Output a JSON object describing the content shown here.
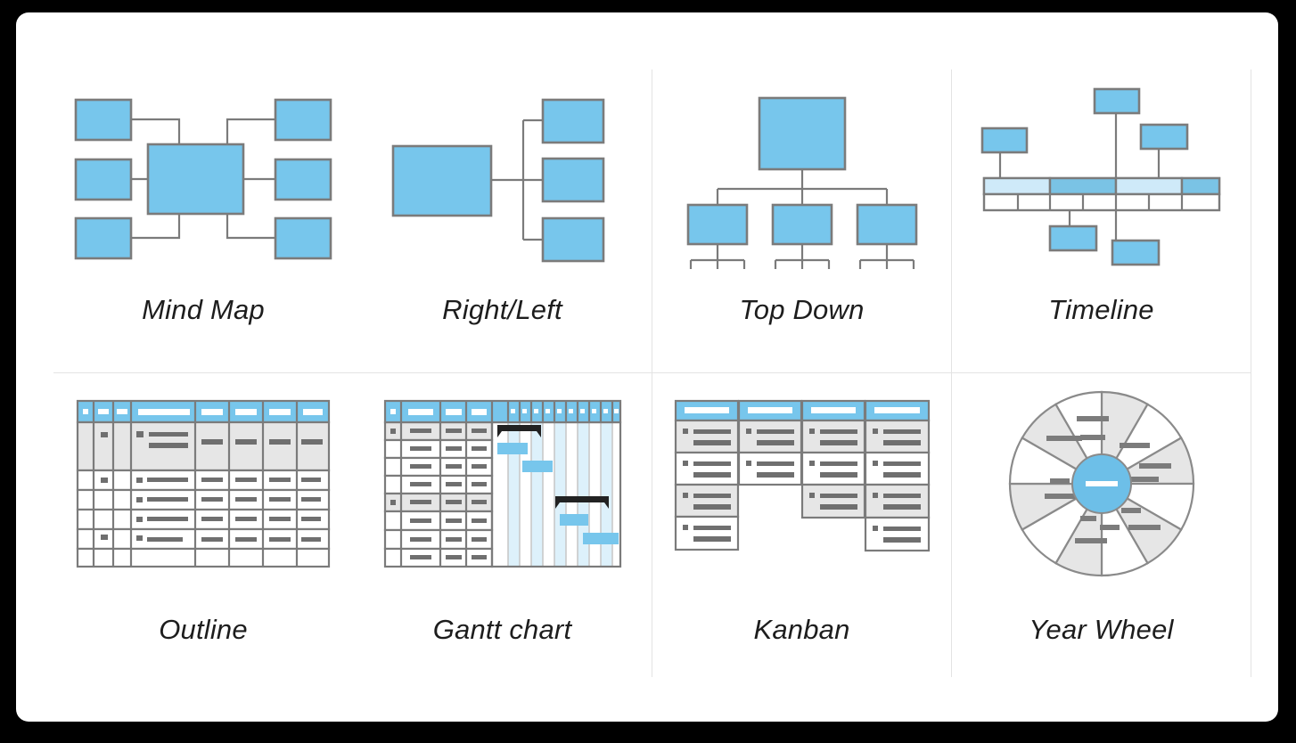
{
  "page": {
    "background": "#000000",
    "card_background": "#ffffff",
    "accent_blue": "#77c6ec",
    "accent_blue_light": "#c8e8f8",
    "accent_blue_mid": "#7ac3e5",
    "line_gray": "#7b7b7b",
    "divider_gray": "#e3e3e3",
    "row_gray": "#e6e6e6",
    "bar_gray": "#6f6f6f",
    "summary_black": "#222222",
    "label_color": "#1d1d1d"
  },
  "views": [
    {
      "id": "mind-map",
      "label": "Mind Map",
      "icon": "mind-map-icon",
      "description": "Central node with six satellite nodes connected left and right"
    },
    {
      "id": "right-left",
      "label": "Right/Left",
      "icon": "right-left-icon",
      "description": "Root node on the left branching to three child nodes on the right"
    },
    {
      "id": "top-down",
      "label": "Top Down",
      "icon": "top-down-icon",
      "description": "Org-chart tree, one root over three children each with three stubs"
    },
    {
      "id": "timeline",
      "label": "Timeline",
      "icon": "timeline-icon",
      "description": "Horizontal time band with callout boxes above and below"
    },
    {
      "id": "outline",
      "label": "Outline",
      "icon": "outline-icon",
      "description": "Spreadsheet style table with blue header and seven rows"
    },
    {
      "id": "gantt-chart",
      "label": "Gantt chart",
      "icon": "gantt-chart-icon",
      "description": "Task table beside a time-scaled bar chart with summary bars"
    },
    {
      "id": "kanban",
      "label": "Kanban",
      "icon": "kanban-icon",
      "description": "Four columns of stacked cards under blue column headers"
    },
    {
      "id": "year-wheel",
      "label": "Year Wheel",
      "icon": "year-wheel-icon",
      "description": "Twelve segment circular wheel with a blue hub"
    }
  ],
  "outline": {
    "columns": 8,
    "header_cells": 8,
    "body_rows": 7,
    "highlighted_rows": [
      0
    ]
  },
  "gantt": {
    "table_columns": 4,
    "table_rows": 8,
    "timeline_columns": 11,
    "summary_bars": 2,
    "task_bars": 4,
    "highlighted_rows": [
      0,
      4
    ]
  },
  "kanban": {
    "columns": 4,
    "cards_per_column": [
      4,
      2,
      3,
      4
    ]
  },
  "year_wheel": {
    "segments": 12,
    "hub": "center-hub"
  },
  "timeline_band": {
    "top_segments": 4,
    "bottom_cells": 7,
    "callouts_above": 3,
    "callouts_below": 2
  }
}
